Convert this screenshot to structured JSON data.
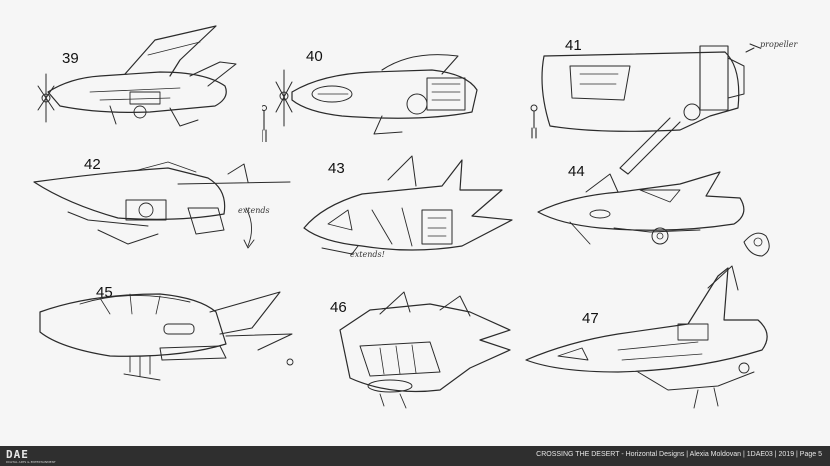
{
  "sketches": [
    {
      "number": "39"
    },
    {
      "number": "40"
    },
    {
      "number": "41",
      "note": "propeller"
    },
    {
      "number": "42",
      "note": "extends"
    },
    {
      "number": "43",
      "note": "extends!"
    },
    {
      "number": "44"
    },
    {
      "number": "45"
    },
    {
      "number": "46"
    },
    {
      "number": "47"
    }
  ],
  "footer": {
    "logo_text": "DAE",
    "logo_subtext": "DIGITAL ARTS & ENTERTAINMENT",
    "credits": "CROSSING THE DESERT - Horizontal Designs | Alexia Moldovan | 1DAE03 | 2019 | Page 5"
  }
}
